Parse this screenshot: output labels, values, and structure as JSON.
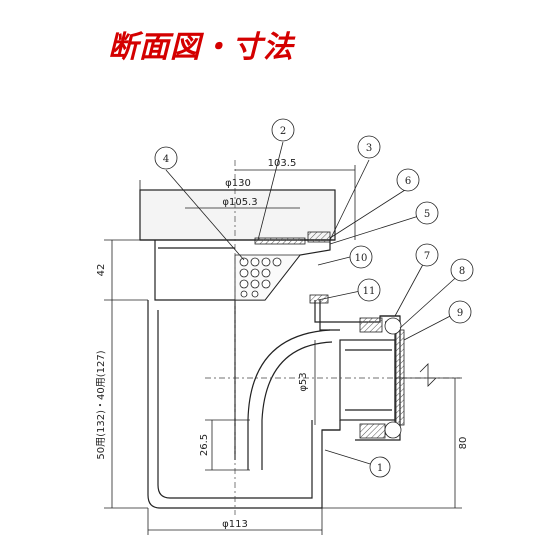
{
  "title": "断面図・寸法",
  "dimensions": {
    "d103_5": "103.5",
    "phi130": "φ130",
    "phi105_3": "φ105.3",
    "h42": "42",
    "h_left": "50用(132)・40用(127)",
    "phi53": "φ53",
    "h26_5": "26.5",
    "h80": "80",
    "phi113": "φ113"
  },
  "callouts": [
    "1",
    "2",
    "3",
    "4",
    "5",
    "6",
    "7",
    "8",
    "9",
    "10",
    "11"
  ],
  "colors": {
    "title": "#d40000",
    "line": "#222222",
    "hatch": "#555555"
  }
}
